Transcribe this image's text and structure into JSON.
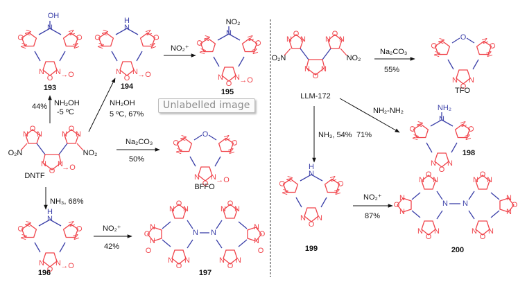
{
  "scheme": {
    "colors": {
      "ring": "#f0434a",
      "link": "#3a3fa8",
      "text": "#111111"
    },
    "left_panel": {
      "compounds": {
        "c193": {
          "label": "193",
          "substituent": "OH"
        },
        "c194": {
          "label": "194",
          "substituent": "H"
        },
        "c195": {
          "label": "195",
          "substituent": "NO2"
        },
        "dntf": {
          "label": "DNTF"
        },
        "bffo": {
          "label": "BFFO",
          "bridge": "O"
        },
        "c196": {
          "label": "196",
          "substituent": "H"
        },
        "c197": {
          "label": "197"
        }
      },
      "reactions": {
        "dntf_to_193": {
          "reagent": "NH2OH",
          "conditions": "-5 ºC",
          "yield": "44%"
        },
        "dntf_to_194": {
          "reagent": "NH2OH",
          "conditions": "5 ºC, 67%"
        },
        "r194_to_195": {
          "reagent": "NO2+"
        },
        "dntf_to_bffo": {
          "reagent": "Na2CO3",
          "yield": "50%"
        },
        "dntf_to_196": {
          "reagent": "NH3, 68%"
        },
        "r196_to_197": {
          "reagent": "NO2+",
          "yield": "42%"
        }
      }
    },
    "right_panel": {
      "compounds": {
        "llm172": {
          "label": "LLM-172"
        },
        "tfo": {
          "label": "TFO",
          "bridge": "O"
        },
        "c198": {
          "label": "198",
          "substituent": "NH2"
        },
        "c199": {
          "label": "199",
          "substituent": "H"
        },
        "c200": {
          "label": "200"
        }
      },
      "reactions": {
        "llm_to_tfo": {
          "reagent": "Na2CO3",
          "yield": "55%"
        },
        "llm_to_198": {
          "reagent": "NH2-NH2",
          "yield": "71%"
        },
        "llm_to_199": {
          "reagent": "NH3, 54%"
        },
        "r199_to_200": {
          "reagent": "NO2+",
          "yield": "87%"
        }
      }
    },
    "atoms": {
      "N": "N",
      "O": "O",
      "NO2": "NO₂",
      "O2N": "O₂N",
      "oxide": "→O"
    }
  },
  "tooltip": {
    "text": "Unlabelled image"
  }
}
